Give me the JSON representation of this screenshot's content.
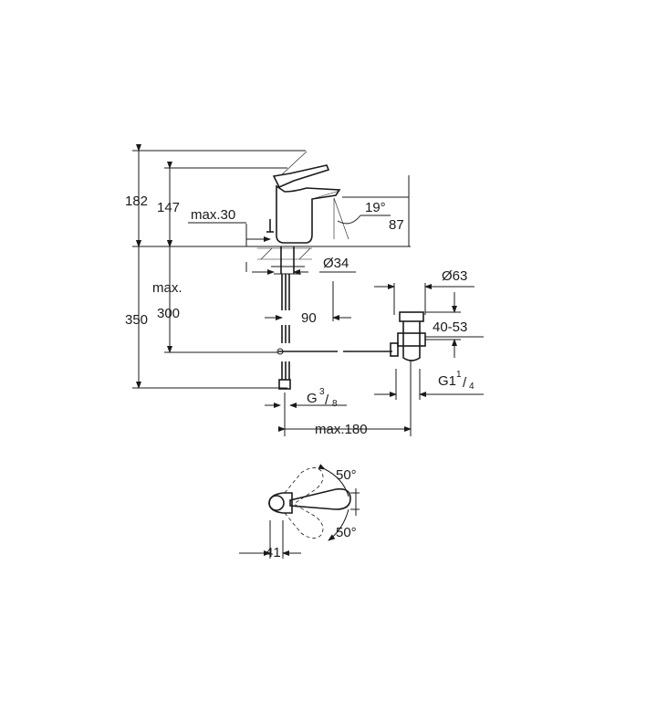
{
  "dimensions": {
    "d182": "182",
    "d147": "147",
    "max30": "max.30",
    "angle19": "19°",
    "d87": "87",
    "dia34": "Ø34",
    "dia63": "Ø63",
    "max_label": "max.",
    "d300": "300",
    "d350": "350",
    "d90": "90",
    "range": "40-53",
    "g38_main": "G",
    "g38_num": "3",
    "g38_den": "8",
    "g114_main": "G1",
    "g114_num": "1",
    "g114_den": "4",
    "max180": "max.180",
    "angle50_top": "50°",
    "angle50_bottom": "50°",
    "d41": "41"
  }
}
